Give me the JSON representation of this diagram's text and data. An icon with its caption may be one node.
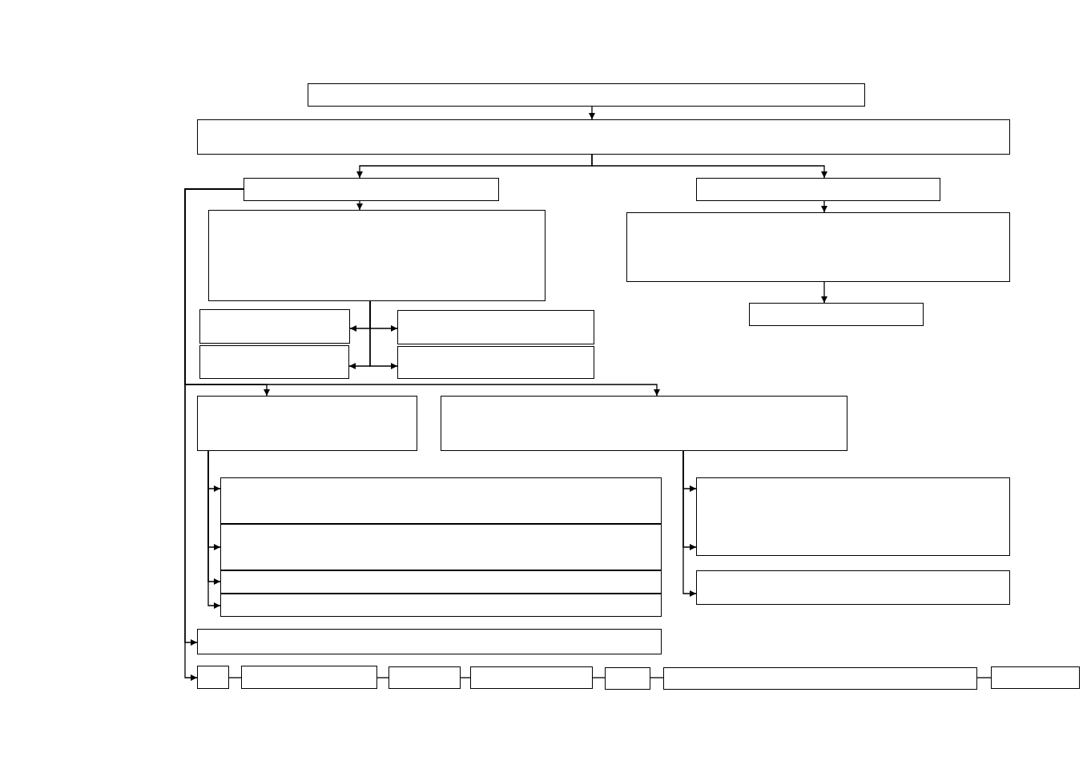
{
  "diagram": {
    "nodes": [
      {
        "text": [],
        "shape": "box"
      },
      {
        "text": [],
        "shape": "box"
      },
      {
        "text": [],
        "shape": "box"
      },
      {
        "text": [],
        "shape": "box"
      },
      {
        "text": [],
        "shape": "box"
      },
      {
        "text": [],
        "shape": "box"
      },
      {
        "text": [],
        "shape": "box"
      },
      {
        "text": [],
        "shape": "box"
      },
      {
        "text": [],
        "shape": "box"
      },
      {
        "text": [],
        "shape": "box"
      },
      {
        "text": [],
        "shape": "box"
      },
      {
        "text": [],
        "shape": "box"
      },
      {
        "text": [],
        "shape": "box"
      },
      {
        "text": [],
        "shape": "box"
      },
      {
        "text": [],
        "shape": "box"
      },
      {
        "text": [],
        "shape": "box"
      },
      {
        "text": [],
        "shape": "box"
      },
      {
        "text": [],
        "shape": "box"
      },
      {
        "text": [],
        "shape": "box"
      },
      {
        "text": [],
        "shape": "box"
      },
      {
        "text": [],
        "shape": "box"
      },
      {
        "text": [],
        "shape": "box"
      },
      {
        "text": [],
        "shape": "box"
      },
      {
        "text": [],
        "shape": "box"
      },
      {
        "text": [],
        "shape": "box"
      },
      {
        "text": [],
        "shape": "box"
      },
      {
        "text": [],
        "shape": "box"
      }
    ],
    "edges": [
      {
        "from": 0,
        "to": 1,
        "arrow": "to"
      },
      {
        "from": 1,
        "to": 2,
        "arrow": "to"
      },
      {
        "from": 1,
        "to": 3,
        "arrow": "to"
      },
      {
        "from": 2,
        "to": 4,
        "arrow": "to"
      },
      {
        "from": 3,
        "to": 5,
        "arrow": "to"
      },
      {
        "from": 5,
        "to": 6,
        "arrow": "to"
      },
      {
        "from": 4,
        "to": 7,
        "arrow": "to"
      },
      {
        "from": 4,
        "to": 9,
        "arrow": "to"
      },
      {
        "from": 4,
        "to": 8,
        "arrow": "to"
      },
      {
        "from": 4,
        "to": 10,
        "arrow": "to"
      },
      {
        "from": 2,
        "to": 11,
        "arrow": "to"
      },
      {
        "from": 2,
        "to": 12,
        "arrow": "to"
      },
      {
        "from": 2,
        "to": 19,
        "arrow": "to"
      },
      {
        "from": 2,
        "to": 20,
        "arrow": "to"
      },
      {
        "from": 11,
        "to": 13,
        "arrow": "to"
      },
      {
        "from": 11,
        "to": 14,
        "arrow": "to"
      },
      {
        "from": 11,
        "to": 15,
        "arrow": "to"
      },
      {
        "from": 11,
        "to": 16,
        "arrow": "to"
      },
      {
        "from": 12,
        "to": 17,
        "arrow": "to"
      },
      {
        "from": 12,
        "to": 17,
        "arrow": "to"
      },
      {
        "from": 12,
        "to": 18,
        "arrow": "to"
      },
      {
        "from": 20,
        "to": 21,
        "arrow": "none"
      },
      {
        "from": 21,
        "to": 22,
        "arrow": "none"
      },
      {
        "from": 22,
        "to": 23,
        "arrow": "none"
      },
      {
        "from": 23,
        "to": 24,
        "arrow": "none"
      },
      {
        "from": 24,
        "to": 25,
        "arrow": "none"
      },
      {
        "from": 25,
        "to": 26,
        "arrow": "none"
      }
    ]
  }
}
